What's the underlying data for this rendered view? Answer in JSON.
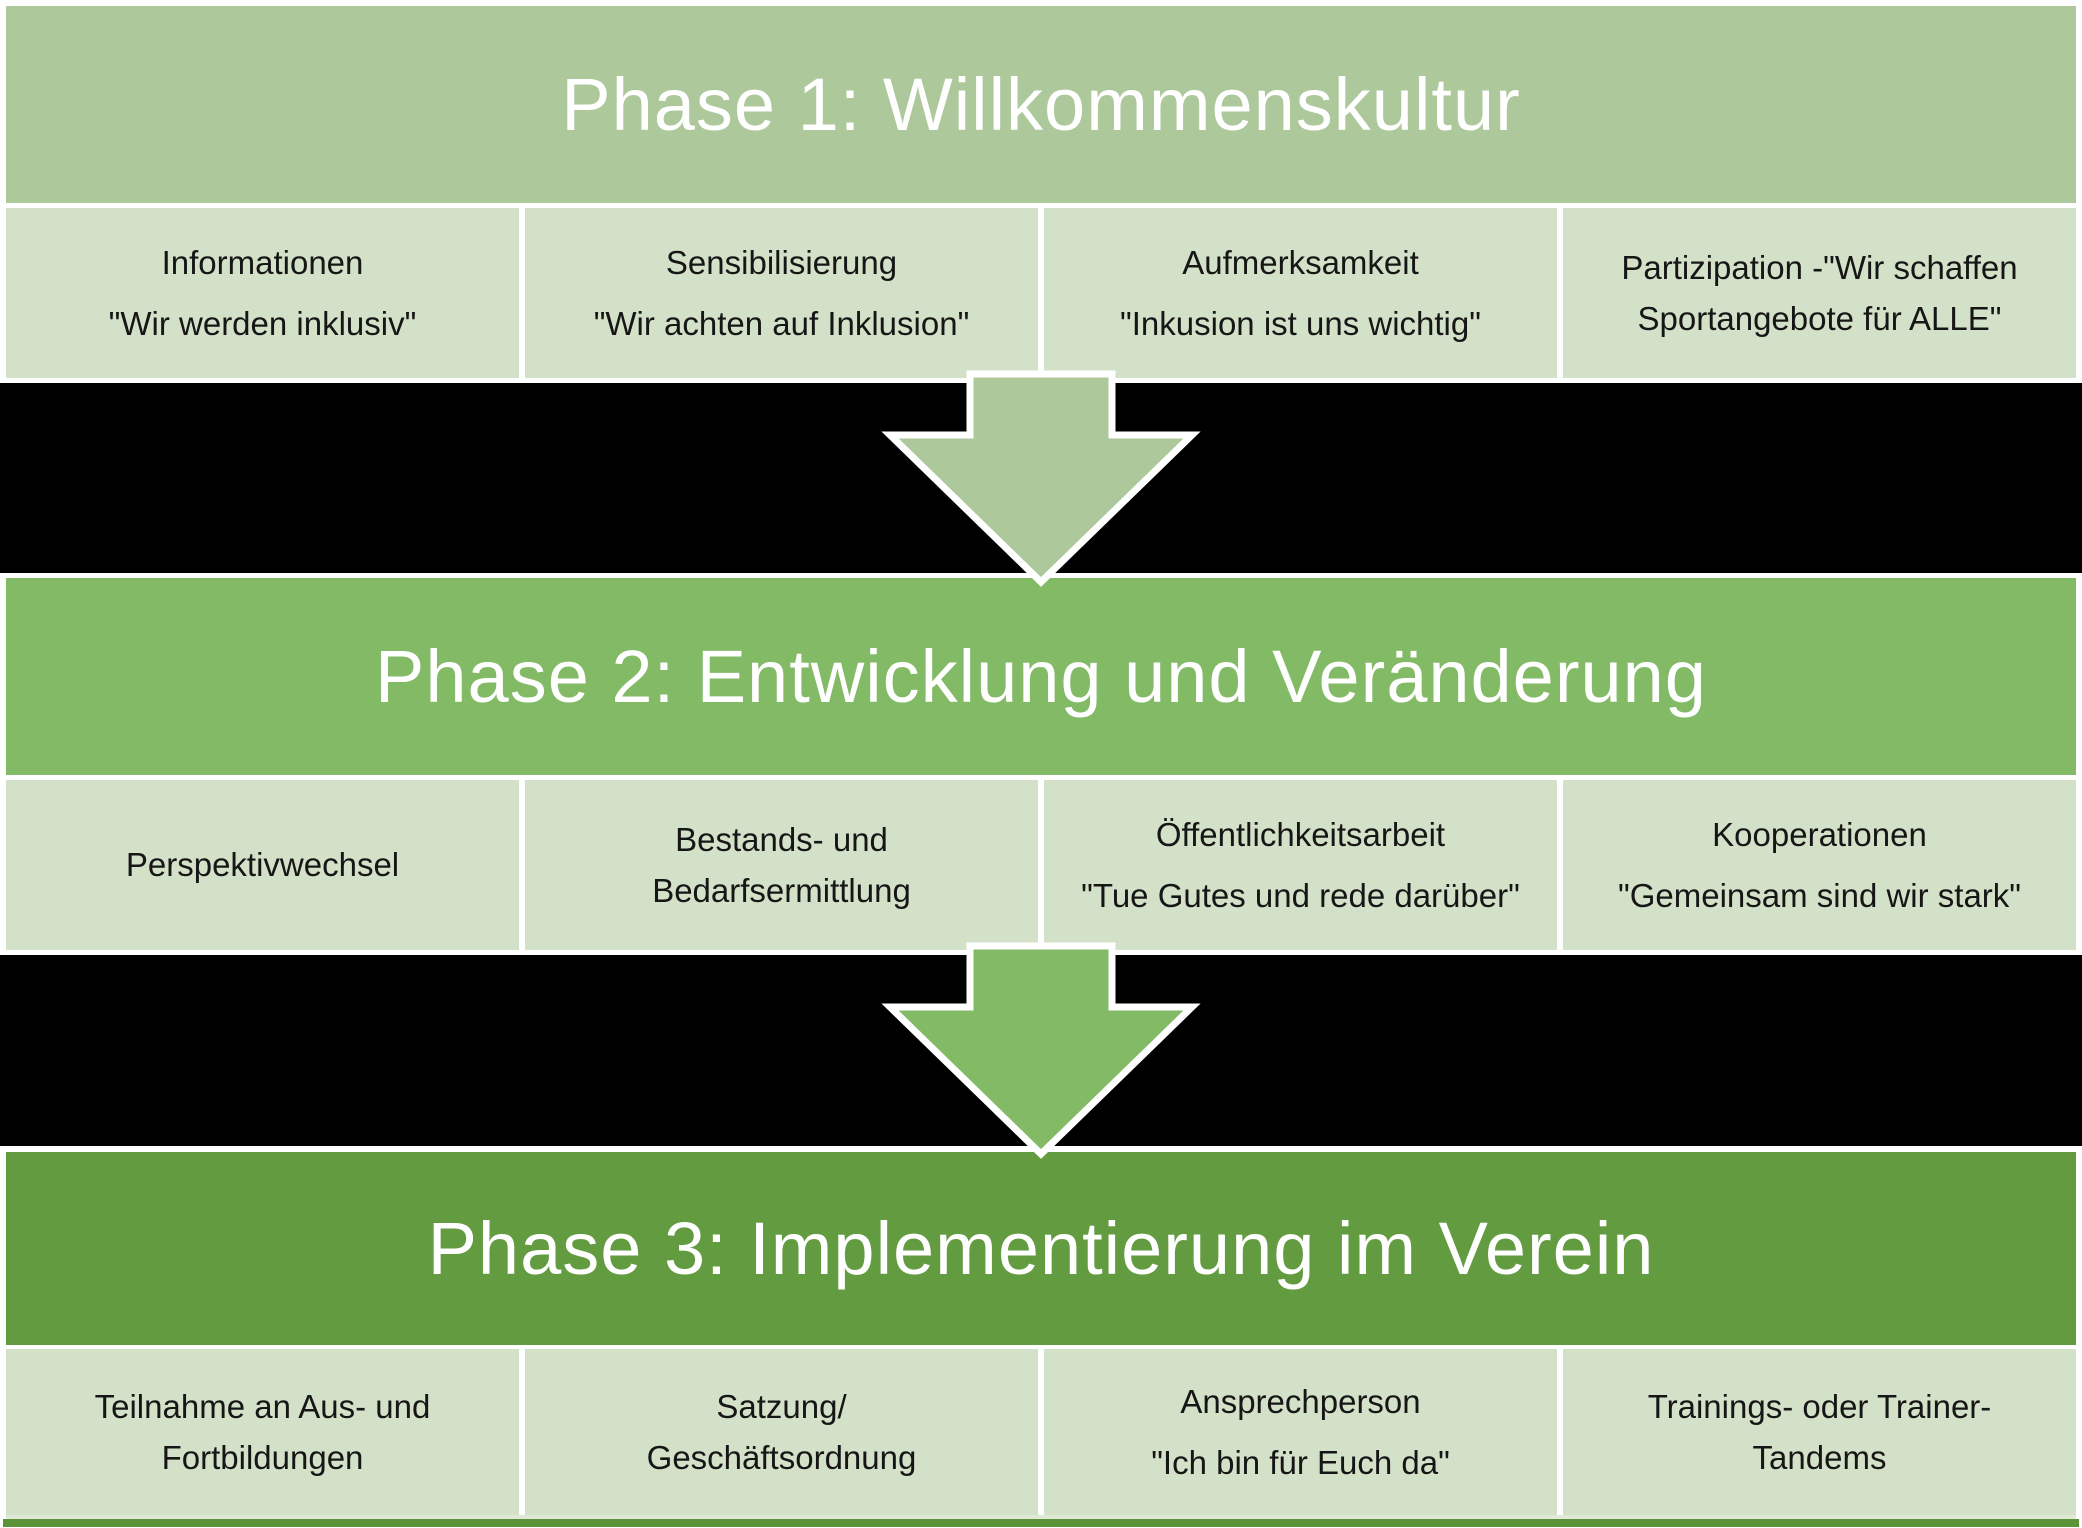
{
  "colors": {
    "phase1_header": "#adc89b",
    "phase2_header": "#83ba66",
    "phase3_header": "#639b41",
    "cell_bg": "#d4e1c9",
    "band_bg": "#000000",
    "arrow1_fill": "#adc89b",
    "arrow2_fill": "#83ba66",
    "footer_strip": "#5d9338"
  },
  "icons": {
    "transition_1": "down-arrow-icon",
    "transition_2": "down-arrow-icon"
  },
  "phases": [
    {
      "title": "Phase 1: Willkommenskultur",
      "cells": [
        {
          "line1": "Informationen",
          "line2": "\"Wir werden inklusiv\""
        },
        {
          "line1": "Sensibilisierung",
          "line2": "\"Wir achten auf Inklusion\""
        },
        {
          "line1": "Aufmerksamkeit",
          "line2": "\"Inkusion ist uns wichtig\""
        },
        {
          "line1": "Partizipation -\"Wir schaffen",
          "line2": "Sportangebote für ALLE\""
        }
      ]
    },
    {
      "title": "Phase 2: Entwicklung und Veränderung",
      "cells": [
        {
          "line1": "Perspektivwechsel",
          "line2": ""
        },
        {
          "line1": "Bestands- und",
          "line2": "Bedarfsermittlung"
        },
        {
          "line1": "Öffentlichkeitsarbeit",
          "line2": "\"Tue Gutes und rede darüber\""
        },
        {
          "line1": "Kooperationen",
          "line2": "\"Gemeinsam sind wir stark\""
        }
      ]
    },
    {
      "title": "Phase 3: Implementierung im Verein",
      "cells": [
        {
          "line1": "Teilnahme an Aus- und",
          "line2": "Fortbildungen"
        },
        {
          "line1": "Satzung/",
          "line2": "Geschäftsordnung"
        },
        {
          "line1": "Ansprechperson",
          "line2": "\"Ich bin für Euch da\""
        },
        {
          "line1": "Trainings- oder Trainer-",
          "line2": "Tandems"
        }
      ]
    }
  ]
}
